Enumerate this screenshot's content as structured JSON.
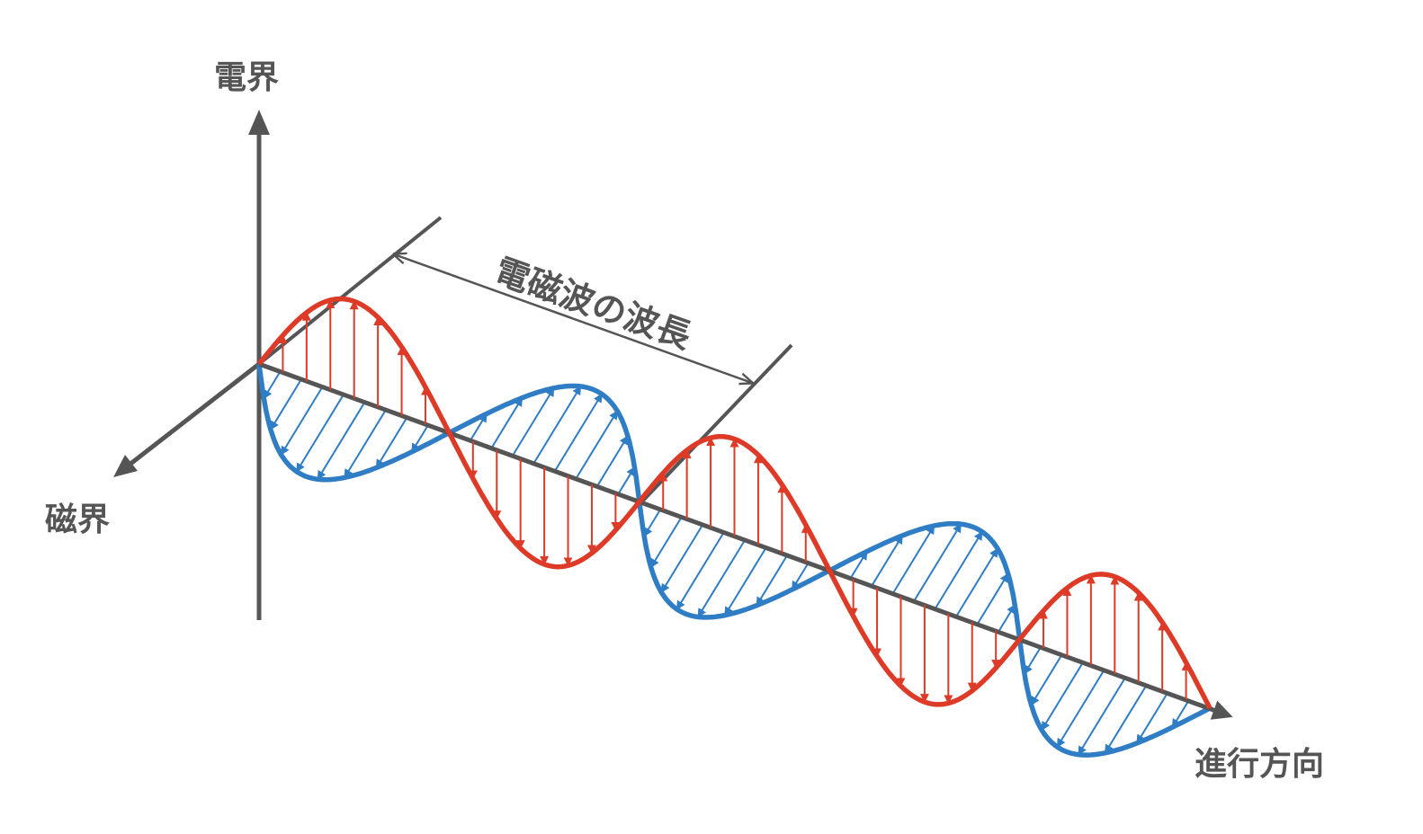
{
  "labels": {
    "electric_field": "電界",
    "magnetic_field": "磁界",
    "propagation": "進行方向",
    "wavelength": "電磁波の波長"
  },
  "colors": {
    "electric": "#dd3b27",
    "magnetic": "#2f7dc4",
    "axis": "#555555"
  },
  "wave": {
    "cycles": 2.5,
    "electric_arrows_per_half_cycle": 7,
    "magnetic_arrows_per_half_cycle": 8
  }
}
